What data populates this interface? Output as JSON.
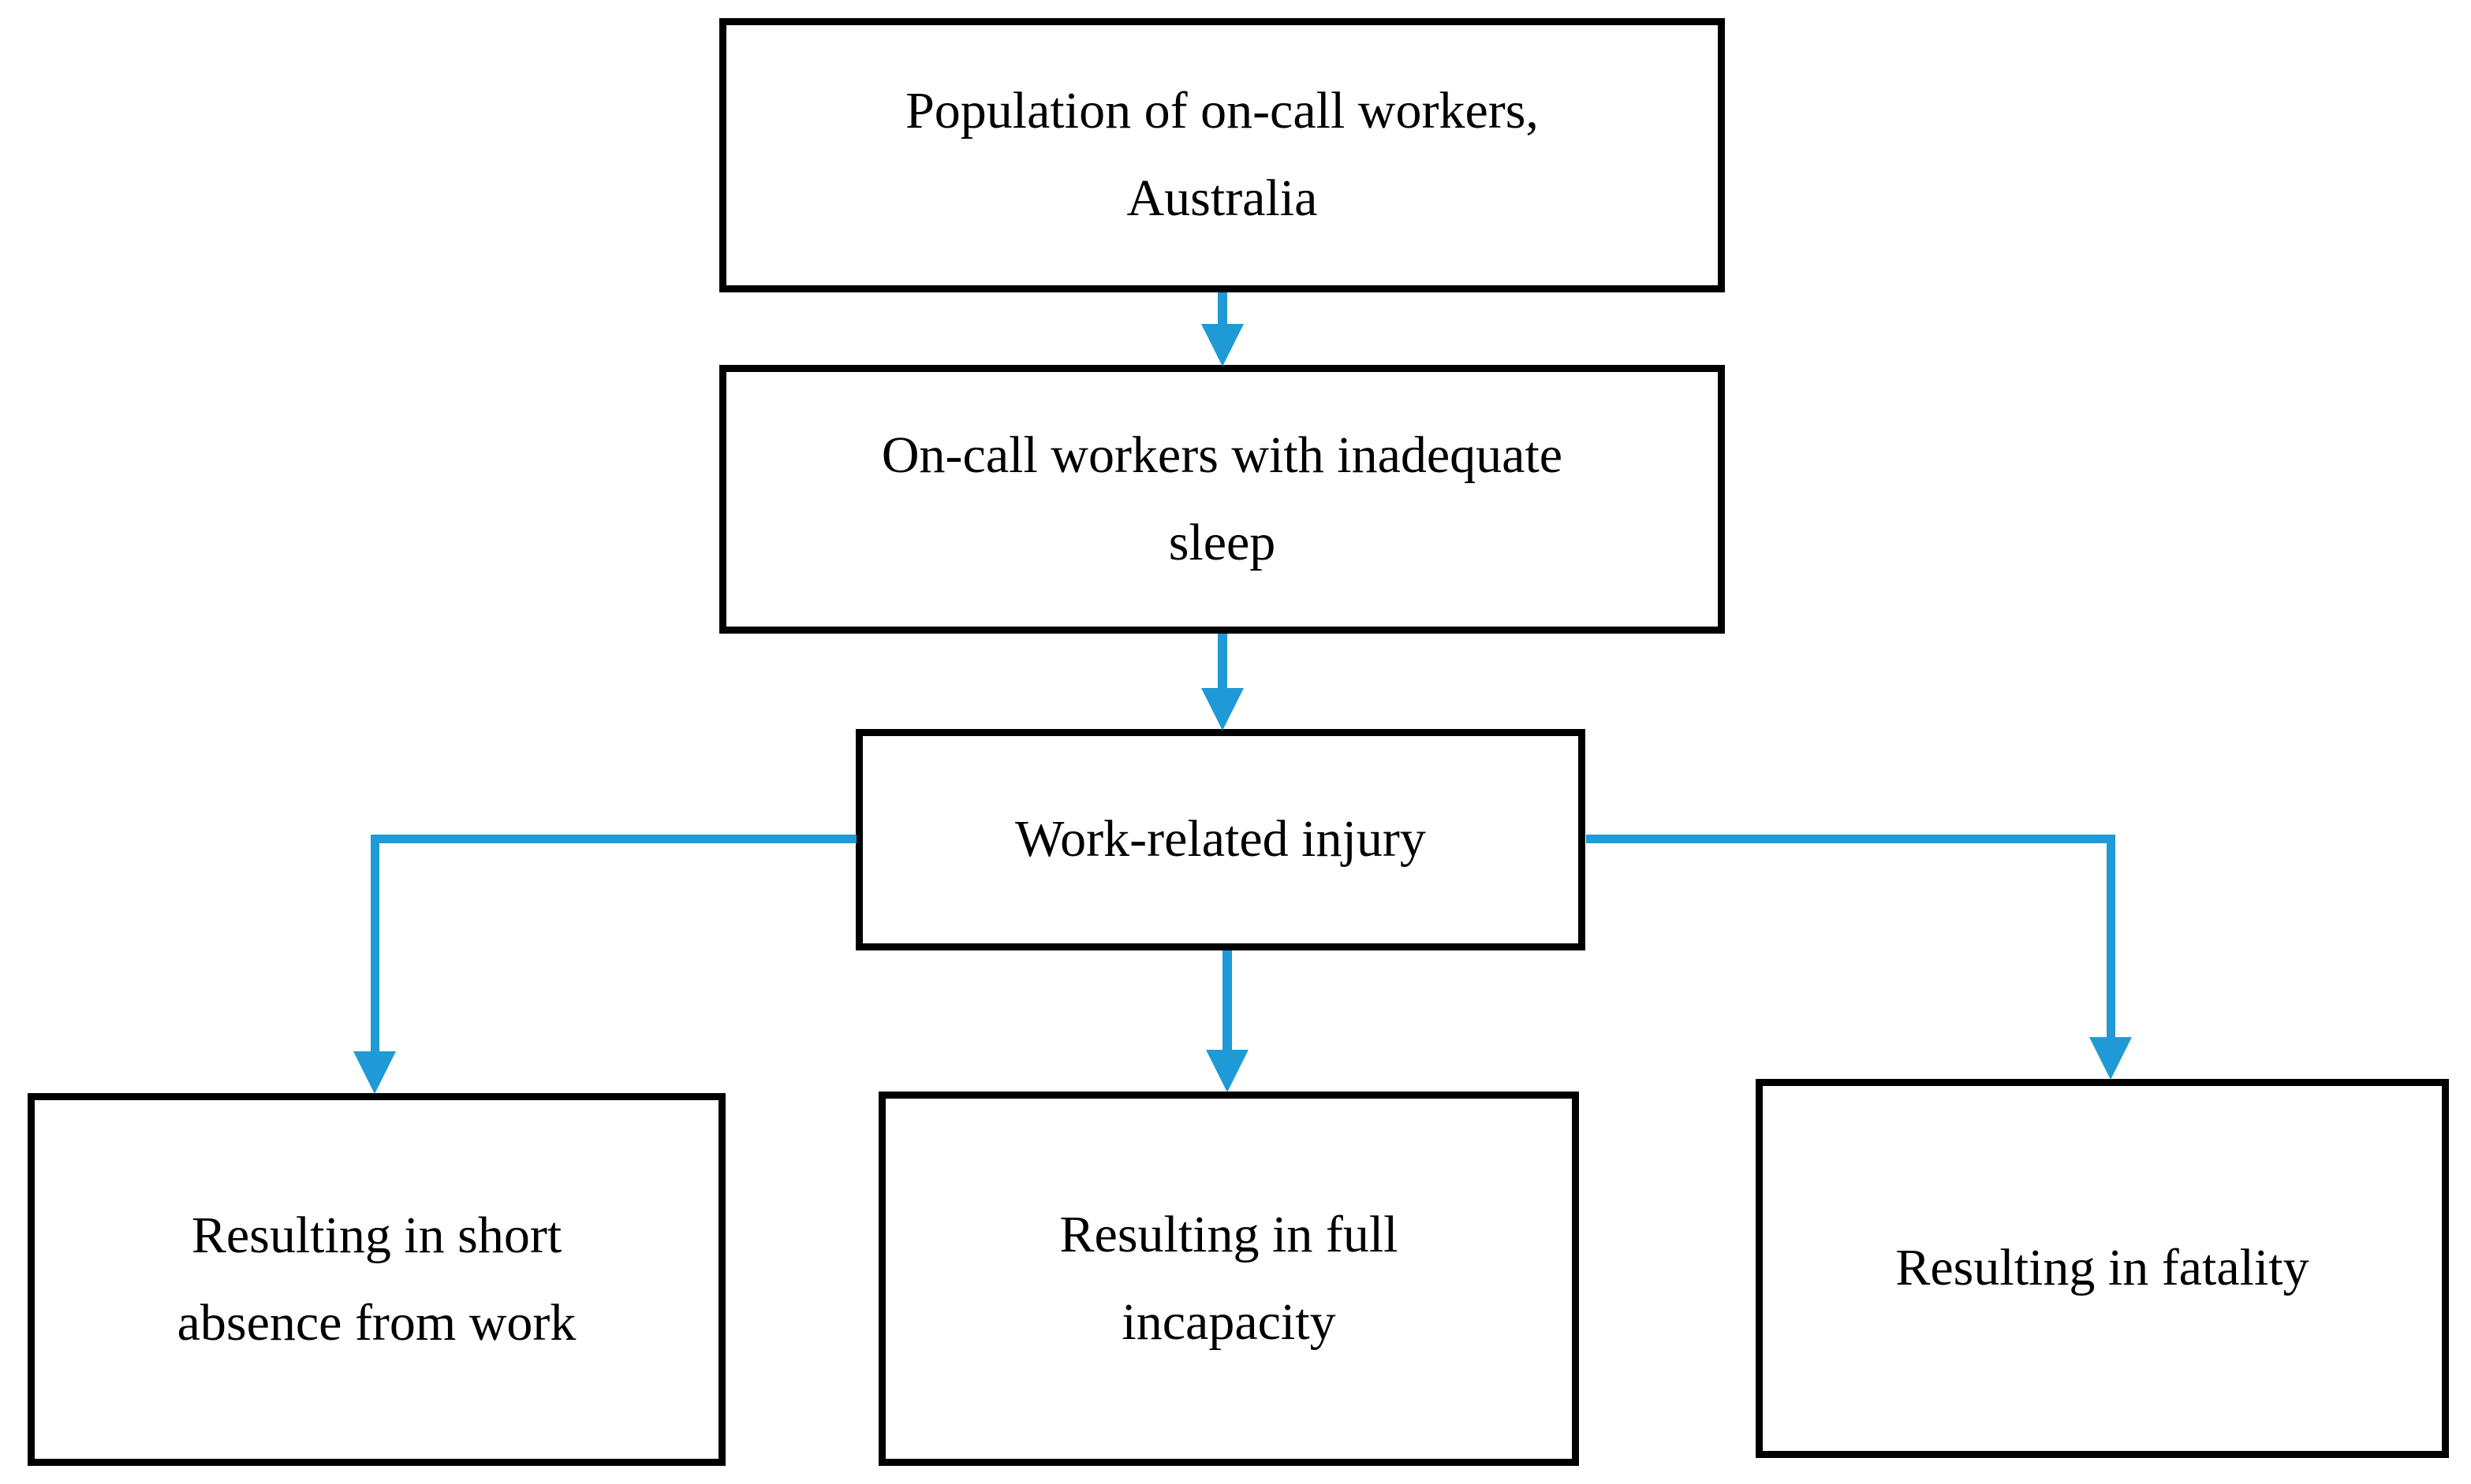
{
  "colors": {
    "arrow": "#1f9ad6",
    "box_border": "#000000",
    "box_fill": "#ffffff",
    "text": "#000000",
    "background": "#ffffff"
  },
  "nodes": {
    "population": {
      "label": "Population of on-call workers,\nAustralia"
    },
    "sleep": {
      "label": "On-call workers with inadequate\nsleep"
    },
    "injury": {
      "label": "Work-related injury"
    },
    "absence": {
      "label": "Resulting in short\nabsence from work"
    },
    "incapacity": {
      "label": "Resulting in full\nincapacity"
    },
    "fatality": {
      "label": "Resulting in fatality"
    }
  },
  "edges": [
    {
      "from": "Population of on-call workers, Australia",
      "to": "On-call workers with inadequate sleep"
    },
    {
      "from": "On-call workers with inadequate sleep",
      "to": "Work-related injury"
    },
    {
      "from": "Work-related injury",
      "to": "Resulting in short absence from work"
    },
    {
      "from": "Work-related injury",
      "to": "Resulting in full incapacity"
    },
    {
      "from": "Work-related injury",
      "to": "Resulting in fatality"
    }
  ]
}
